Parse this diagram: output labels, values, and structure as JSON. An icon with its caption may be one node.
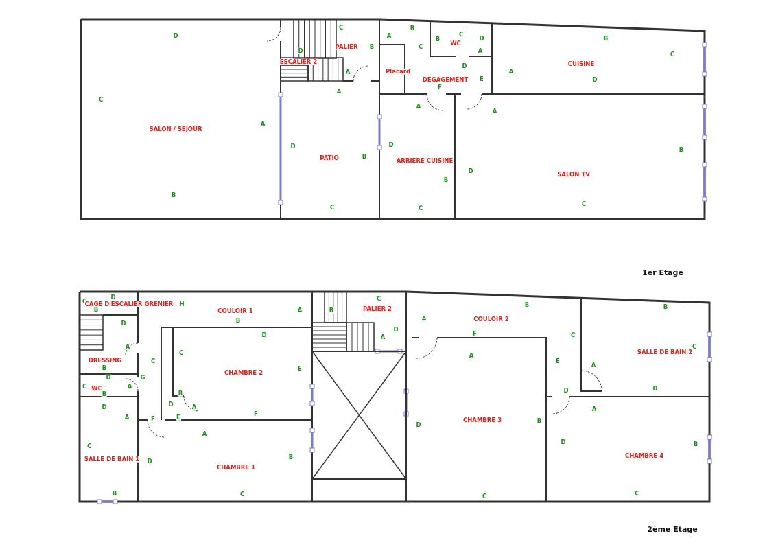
{
  "diagram": {
    "labels": [
      "D",
      "C",
      "A",
      "B",
      "C",
      "WC",
      "B",
      "D",
      "B",
      "PALIER",
      "B",
      "C",
      "A",
      "C",
      "D",
      "ESCALIER 2",
      "A",
      "Placard",
      "D",
      "A",
      "CUISINE",
      "DEGAGEMENT",
      "E",
      "D",
      "F",
      "C",
      "A",
      "A",
      "A",
      "A",
      "SALON / SEJOUR",
      "D",
      "D",
      "PATIO",
      "B",
      "ARRIERE CUISINE",
      "B",
      "D",
      "SALON TV",
      "B",
      "B",
      "C",
      "C",
      "C",
      "1er Etage",
      "C",
      "D",
      "CAGE D'ESCALIER GRENIER",
      "H",
      "COULOIR 1",
      "A",
      "C",
      "PALIER 2",
      "B",
      "B",
      "B",
      "B",
      "B",
      "A",
      "COULOIR 2",
      "D",
      "D",
      "A",
      "D",
      "F",
      "C",
      "A",
      "C",
      "C",
      "A",
      "SALLE DE BAIN 2",
      "DRESSING",
      "C",
      "E",
      "A",
      "B",
      "CHAMBRE 2",
      "E",
      "D",
      "G",
      "C",
      "WC",
      "A",
      "D",
      "D",
      "B",
      "B",
      "D",
      "D",
      "A",
      "A",
      "F",
      "E",
      "F",
      "A",
      "D",
      "CHAMBRE 3",
      "B",
      "A",
      "D",
      "B",
      "C",
      "SALLE DE BAIN 1",
      "D",
      "B",
      "CHAMBRE 4",
      "CHAMBRE 1",
      "B",
      "C",
      "C",
      "C",
      "2ème Etage"
    ]
  }
}
